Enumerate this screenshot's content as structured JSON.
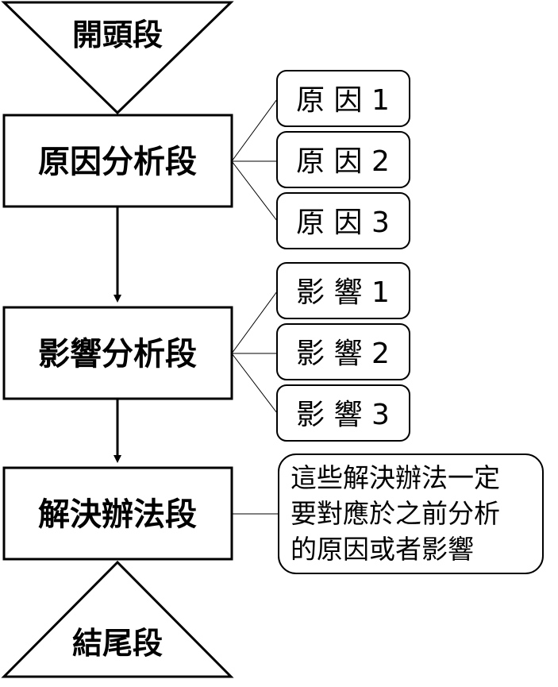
{
  "title_start": "開頭段",
  "title_end": "結尾段",
  "stages": {
    "cause": "原因分析段",
    "impact": "影響分析段",
    "solution": "解決辦法段"
  },
  "causes": [
    "原 因 1",
    "原 因 2",
    "原 因 3"
  ],
  "impacts": [
    "影 響 1",
    "影 響 2",
    "影 響 3"
  ],
  "note_lines": [
    "這些解決辦法一定",
    "要對應於之前分析",
    "的原因或者影響"
  ]
}
